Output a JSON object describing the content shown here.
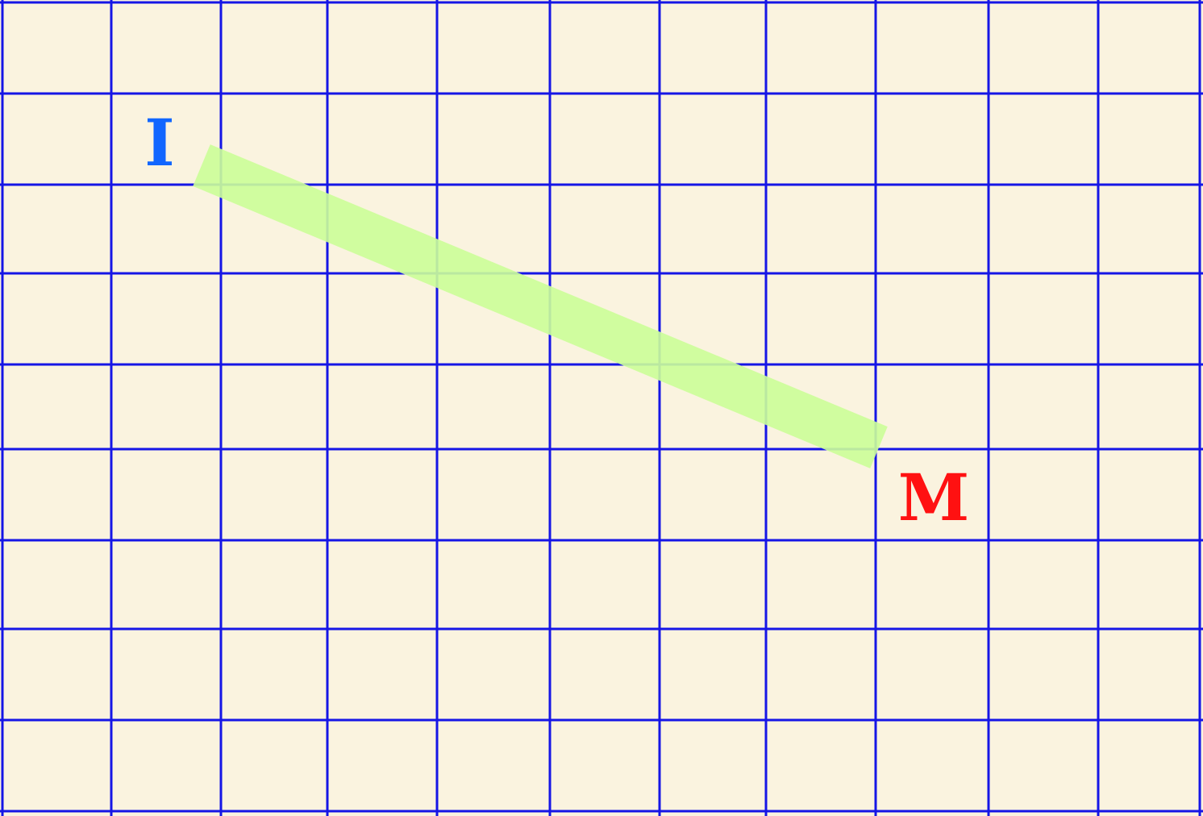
{
  "grid": {
    "columns": 11,
    "rows": 9,
    "background_color": "#faf3df",
    "line_color": "#1515e6"
  },
  "segment": {
    "color": "#ccff99",
    "from_label": "I",
    "to_label": "M"
  },
  "points": {
    "start": {
      "label": "I",
      "color": "#1166ff"
    },
    "end": {
      "label": "M",
      "color": "#ff1111"
    }
  }
}
